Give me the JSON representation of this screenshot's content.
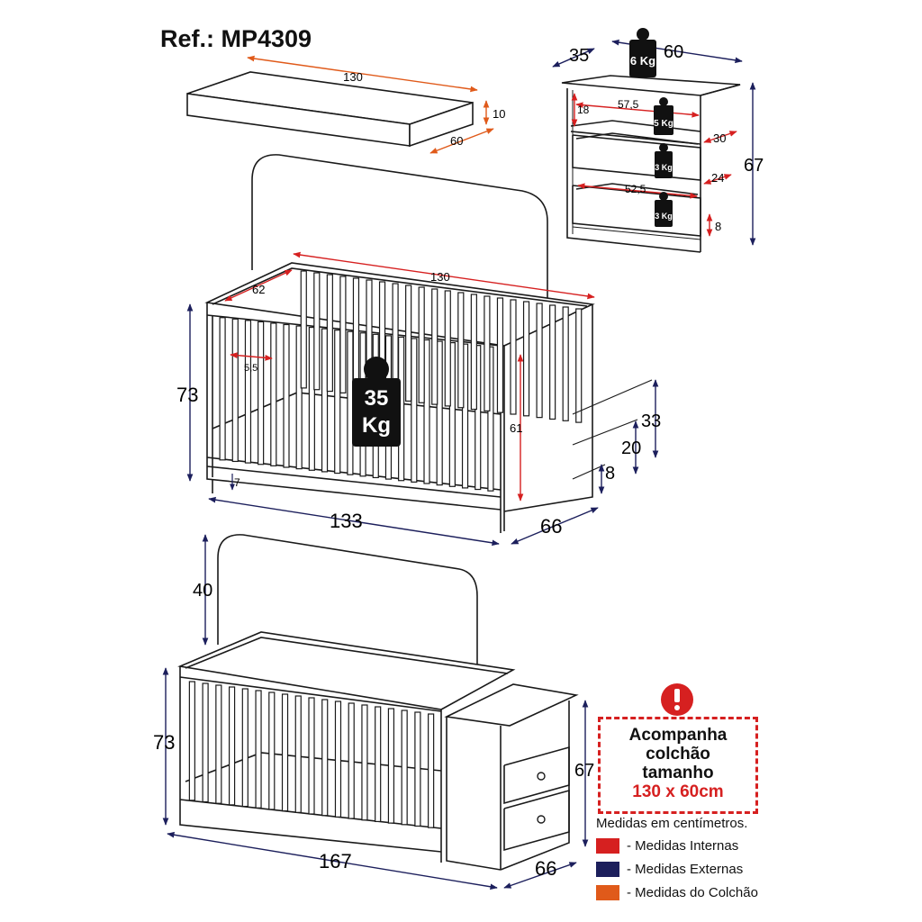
{
  "header": {
    "ref": "Ref.: MP4309"
  },
  "colors": {
    "internal": "#d62020",
    "external": "#1c1f5c",
    "mattress": "#e05a1a",
    "line": "#1a1a1a"
  },
  "mattress": {
    "length": "130",
    "height": "10",
    "width": "60"
  },
  "chest": {
    "depth": "35",
    "width": "60",
    "height": "67",
    "top_load": "6 Kg",
    "inner_width": "57,5",
    "shelf_height": "18",
    "shelf_depth": "30",
    "shelf_load": "5 Kg",
    "drawer1_load": "3 Kg",
    "drawer1_depth": "24",
    "drawer2_width": "52,5",
    "drawer2_load": "3 Kg",
    "drawer2_height": "8"
  },
  "crib": {
    "inner_length": "130",
    "inner_width": "62",
    "slat_gap": "5,5",
    "height": "73",
    "load": "35 Kg",
    "load_num": "35",
    "load_unit": "Kg",
    "inner_height": "61",
    "base_height": "7",
    "length": "133",
    "depth": "66",
    "level_high": "33",
    "level_mid": "20",
    "level_low": "8"
  },
  "combo": {
    "canopy_height": "40",
    "height": "73",
    "chest_height": "67",
    "length": "167",
    "depth": "66"
  },
  "notice": {
    "line1": "Acompanha",
    "line2": "colchão",
    "line3": "tamanho",
    "size": "130 x 60cm"
  },
  "legend": {
    "caption": "Medidas em centímetros.",
    "items": [
      {
        "label": "- Medidas Internas",
        "color": "#d62020"
      },
      {
        "label": "- Medidas Externas",
        "color": "#1c1f5c"
      },
      {
        "label": "- Medidas do Colchão",
        "color": "#e05a1a"
      }
    ]
  }
}
